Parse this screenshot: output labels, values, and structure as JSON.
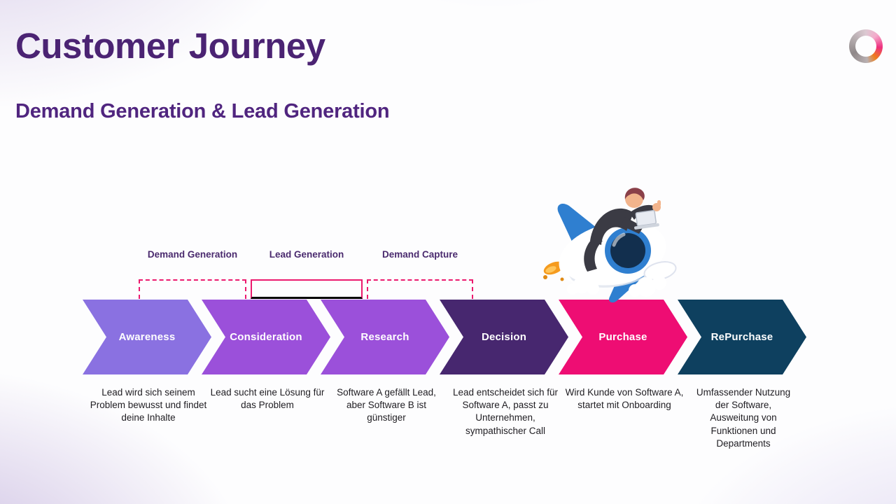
{
  "slide": {
    "title": "Customer Journey",
    "subtitle": "Demand Generation & Lead Generation"
  },
  "logo": {
    "name": "gradient-ring-logo"
  },
  "phases": [
    {
      "label": "Demand Generation",
      "bracket_style": "dashed"
    },
    {
      "label": "Lead Generation",
      "bracket_style": "solid"
    },
    {
      "label": "Demand Capture",
      "bracket_style": "dashed"
    }
  ],
  "stages": [
    {
      "label": "Awareness",
      "color": "#8a71e1",
      "description": "Lead wird sich seinem Problem bewusst und findet deine Inhalte"
    },
    {
      "label": "Consideration",
      "color": "#9b50da",
      "description": "Lead sucht eine Lösung für das Problem"
    },
    {
      "label": "Research",
      "color": "#9b50da",
      "description": "Software A gefällt Lead, aber Software B ist günstiger"
    },
    {
      "label": "Decision",
      "color": "#47276f",
      "description": "Lead entscheidet sich für Software A, passt zu Unternehmen, sympathischer Call"
    },
    {
      "label": "Purchase",
      "color": "#ee0d73",
      "description": "Wird Kunde von Software A, startet mit Onboarding"
    },
    {
      "label": "RePurchase",
      "color": "#0e405f",
      "description": "Umfassender Nutzung der Software, Ausweitung von Funktionen und Departments"
    }
  ],
  "accents": {
    "bracket_color": "#ec1a6e",
    "title_color": "#4b2373",
    "subtitle_color": "#50257f",
    "phase_label_color": "#4a2a6e"
  },
  "illustration": {
    "name": "man-riding-rocket"
  }
}
